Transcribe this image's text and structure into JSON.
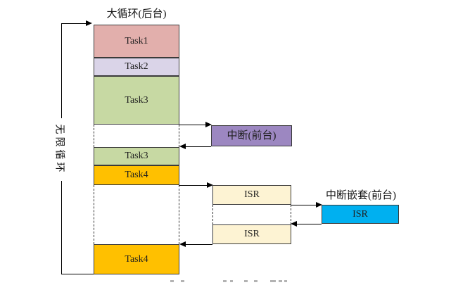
{
  "diagram": {
    "background_column": {
      "title": "大循环(后台)",
      "segments": [
        {
          "label": "Task1",
          "color": "#e2afac"
        },
        {
          "label": "Task2",
          "color": "#dad4e8"
        },
        {
          "label": "Task3",
          "color": "#c7d9a3"
        },
        {
          "label": "Task3",
          "color": "#c7d9a3"
        },
        {
          "label": "Task4",
          "color": "#ffc000"
        },
        {
          "label": "Task4",
          "color": "#ffc000"
        }
      ]
    },
    "loop": {
      "label": "无限循环"
    },
    "foreground": {
      "interrupt_box": {
        "label": "中断(前台)",
        "color": "#9c87c1"
      },
      "isr_boxes": [
        {
          "label": "ISR",
          "color": "#fdf3d3"
        },
        {
          "label": "ISR",
          "color": "#fdf3d3"
        }
      ],
      "nested": {
        "title": "中断嵌套(前台)",
        "isr": {
          "label": "ISR",
          "color": "#00b0f0"
        }
      }
    },
    "line_color": "#000000",
    "border_color": "#3a3a3a"
  }
}
